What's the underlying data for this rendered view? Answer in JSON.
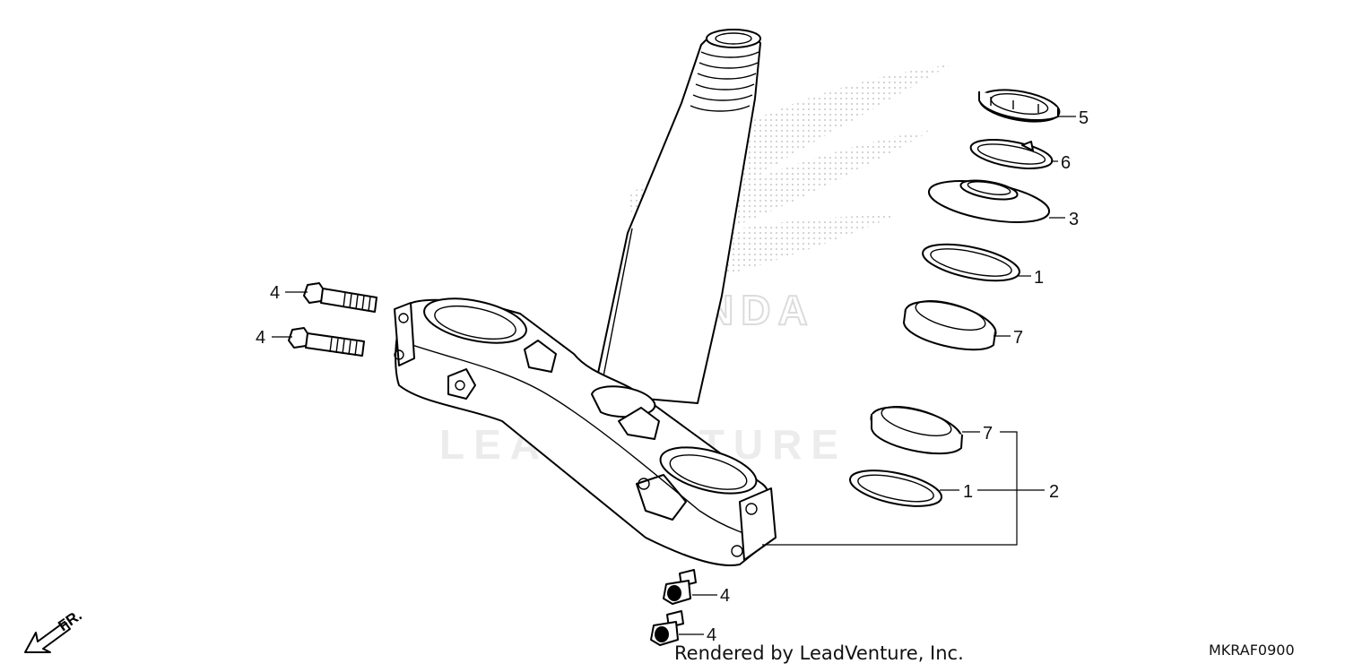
{
  "watermark": {
    "brand": "HONDA",
    "vendor": "LEADVENTURE"
  },
  "callouts": {
    "bolt_upper": "4",
    "bolt_lower": "4",
    "bolt_bottom_upper": "4",
    "bolt_bottom_lower": "4",
    "lock_nut": "5",
    "lock_washer": "6",
    "adjusting_nut": "3",
    "dust_seal_upper": "1",
    "bearing_upper": "7",
    "bearing_lower": "7",
    "dust_seal_lower": "1",
    "stem_assembly": "2"
  },
  "direction": {
    "label": "FR."
  },
  "footer": {
    "rendered_by": "Rendered by LeadVenture, Inc.",
    "diagram_code": "MKRAF0900"
  },
  "colors": {
    "line": "#000000",
    "watermark": "#e6e6e6",
    "background": "#ffffff"
  },
  "icons": {
    "direction": "front-arrow-icon"
  }
}
